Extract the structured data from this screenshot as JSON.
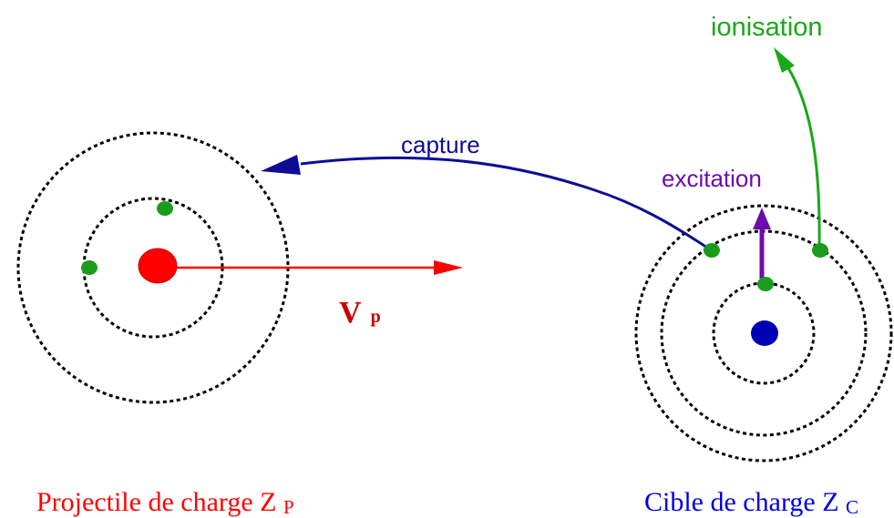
{
  "labels": {
    "ionisation": "ionisation",
    "capture": "capture",
    "excitation": "excitation",
    "velocity_main": "V",
    "velocity_sub": "p"
  },
  "captions": {
    "projectile_text": "Projectile de charge Z",
    "projectile_sub": "P",
    "cible_text": "Cible de charge Z",
    "cible_sub": "C"
  },
  "colors": {
    "projectile": "#ff0000",
    "target_nucleus": "#0000b4",
    "electron": "#1a9c1a",
    "capture_arrow": "#0c0c96",
    "excitation_arrow": "#6c0cac",
    "ionisation_arrow": "#1aa81a",
    "orbit": "#000000"
  }
}
